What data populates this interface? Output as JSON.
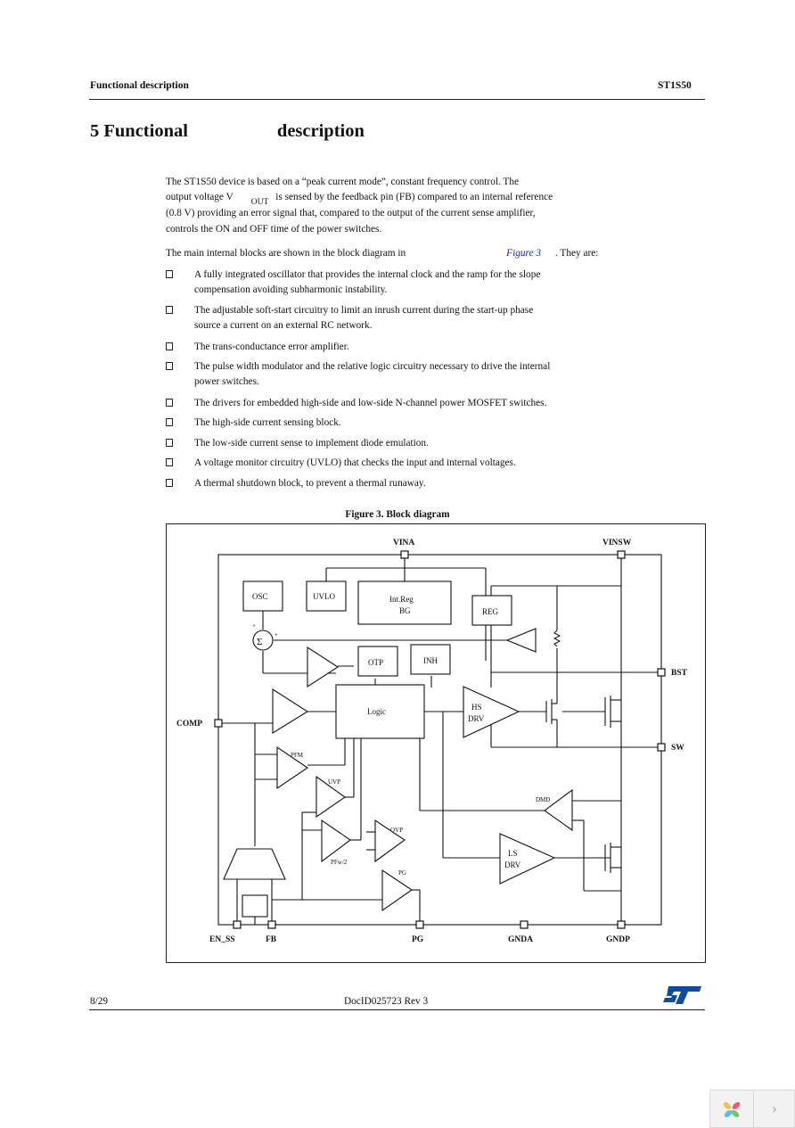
{
  "header": {
    "left": "Functional description",
    "right": "ST1S50"
  },
  "section": {
    "title_num": "5 Functional",
    "title_word": "description"
  },
  "intro": {
    "line1": "The ST1S50 device is based on a “peak current mode”, constant frequency control. The",
    "line2a": "output voltage V",
    "line2sub": "OUT",
    "line2b": "is sensed by the feedback pin (FB) compared to an internal reference",
    "line3": "(0.8 V) providing an error signal that, compared to the output of the current sense amplifier,",
    "line4": "controls the ON and OFF time of the power switches."
  },
  "blocks_intro": {
    "pre": "The main internal blocks are shown in the block diagram in",
    "link": "Figure 3",
    "post": ". They are:"
  },
  "bullets": [
    {
      "l1": "A fully integrated oscillator that provides the internal clock and the ramp for the slope",
      "l2": "compensation avoiding subharmonic instability."
    },
    {
      "l1": "The adjustable soft-start circuitry to limit an inrush current during the start-up phase",
      "l2": "source a current on an external RC network."
    },
    {
      "l1": "The trans-conductance error amplifier.",
      "l2": ""
    },
    {
      "l1": "The pulse width modulator and the relative logic circuitry necessary to drive the internal",
      "l2": "power switches."
    },
    {
      "l1": "The drivers for embedded high-side and low-side N-channel power MOSFET switches.",
      "l2": ""
    },
    {
      "l1": "The high-side current sensing block.",
      "l2": ""
    },
    {
      "l1": "The low-side current sense to implement diode emulation.",
      "l2": ""
    },
    {
      "l1": "A voltage monitor circuitry (UVLO) that checks the input and internal voltages.",
      "l2": ""
    },
    {
      "l1": "A thermal shutdown block, to prevent a thermal runaway.",
      "l2": ""
    }
  ],
  "figure": {
    "caption": "Figure 3. Block diagram",
    "pins": {
      "vina": "VINA",
      "vinsw": "VINSW",
      "bst": "BST",
      "sw": "SW",
      "comp": "COMP",
      "en_ss": "EN_SS",
      "fb": "FB",
      "pg": "PG",
      "gnda": "GNDA",
      "gndp": "GNDP"
    },
    "blocks": {
      "osc": "OSC",
      "uvlo": "UVLO",
      "intreg1": "Int.Reg",
      "intreg2": "BG",
      "reg": "REG",
      "otp": "OTP",
      "inh": "INH",
      "logic": "Logic",
      "hs1": "HS",
      "hs2": "DRV",
      "ls1": "LS",
      "ls2": "DRV",
      "dmd": "DMD",
      "pfm": "PFM",
      "uvp": "UVP",
      "ovp": "OVP",
      "pg_comp": "PG",
      "pwm2": "PFw/2",
      "plus": "+",
      "sigma": "Σ"
    }
  },
  "footer": {
    "page": "8/29",
    "doc": "DocID025723 Rev 3",
    "logo": "ST"
  }
}
